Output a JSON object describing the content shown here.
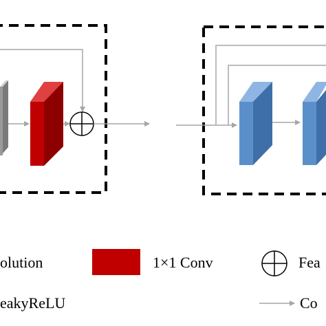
{
  "legend": {
    "convolution_label": "olution",
    "conv1x1_label": "1×1 Conv",
    "feature_add_label": "Fea",
    "leakyrelu_label": "eakyReLU",
    "connection_label": "Co"
  },
  "colors": {
    "gray_block": "#9a9a9a",
    "red_block": "#c00000",
    "blue_block": "#5b8fc9",
    "arrow": "#a6a6a6",
    "dashed_box": "#000000"
  }
}
